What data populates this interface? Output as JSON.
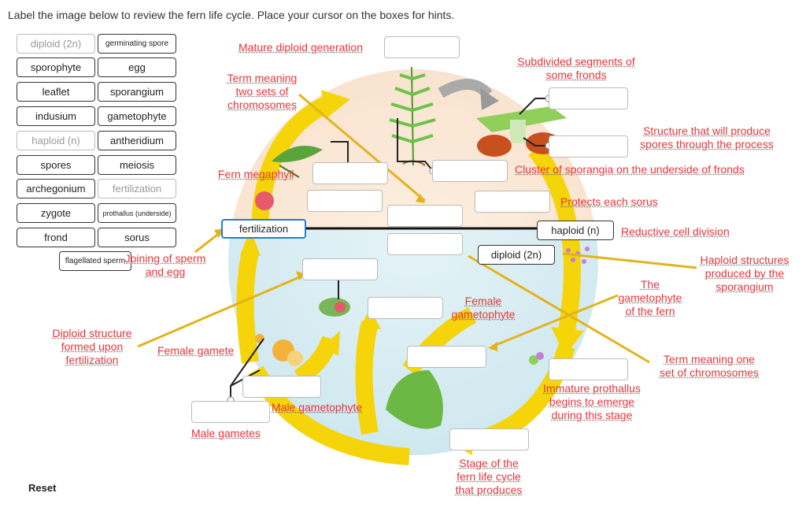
{
  "instruction": "Label the image below to review the fern life cycle. Place your cursor on the boxes for hints.",
  "word_bank": [
    {
      "label": "diploid (2n)",
      "used": true
    },
    {
      "label": "germinating spore",
      "used": false
    },
    {
      "label": "sporophyte",
      "used": false
    },
    {
      "label": "egg",
      "used": false
    },
    {
      "label": "leaflet",
      "used": false
    },
    {
      "label": "sporangium",
      "used": false
    },
    {
      "label": "indusium",
      "used": false
    },
    {
      "label": "gametophyte",
      "used": false
    },
    {
      "label": "haploid (n)",
      "used": true
    },
    {
      "label": "antheridium",
      "used": false
    },
    {
      "label": "spores",
      "used": false
    },
    {
      "label": "meiosis",
      "used": false
    },
    {
      "label": "archegonium",
      "used": false
    },
    {
      "label": "fertilization",
      "used": true
    },
    {
      "label": "zygote",
      "used": false
    },
    {
      "label": "prothallus (underside)",
      "used": false
    },
    {
      "label": "frond",
      "used": false
    },
    {
      "label": "sorus",
      "used": false
    },
    {
      "label": "flagellated sperm",
      "used": false
    }
  ],
  "placed": {
    "fertilization": "fertilization",
    "haploid": "haploid (n)",
    "diploid": "diploid (2n)"
  },
  "hints": {
    "mature_diploid": "Mature diploid generation",
    "subdivided": "Subdivided segments of some fronds",
    "two_sets": "Term meaning two sets of chromosomes",
    "structure_spores": "Structure that will produce spores through the process",
    "cluster": "Cluster of sporangia on the underside of fronds",
    "megaphyll": "Fern megaphyll",
    "protects": "Protects each sorus",
    "reductive": "Reductive cell division",
    "joining": "Joining of sperm and egg",
    "haploid_structures": "Haploid structures produced by the sporangium",
    "the_gametophyte": "The gametophyte of the fern",
    "female_gametophyte": "Female gametophyte",
    "diploid_structure": "Diploid structure formed upon fertilization",
    "female_gamete": "Female gamete",
    "term_one_set": "Term meaning one set of chromosomes",
    "immature": "Immature prothallus begins to emerge during this stage",
    "male_gametophyte": "Male gametophyte",
    "male_gametes": "Male gametes",
    "stage": "Stage of the fern life cycle that produces"
  },
  "reset_label": "Reset",
  "colors": {
    "hint": "#e8343a",
    "arrow": "#f5d40a",
    "connector": "#e3b31c",
    "haploid_bg": "#fbe9d8",
    "diploid_bg": "#d5ecf1",
    "selected": "#1d7fd6"
  },
  "icons": [
    "fern-frond-icon",
    "sorus-cross-section-icon",
    "megaphyll-leaf-icon",
    "zygote-icon",
    "spores-icon",
    "archegonium-icon",
    "antheridium-icon",
    "prothallus-icon",
    "germinating-spore-icon",
    "young-sporophyte-icon"
  ]
}
